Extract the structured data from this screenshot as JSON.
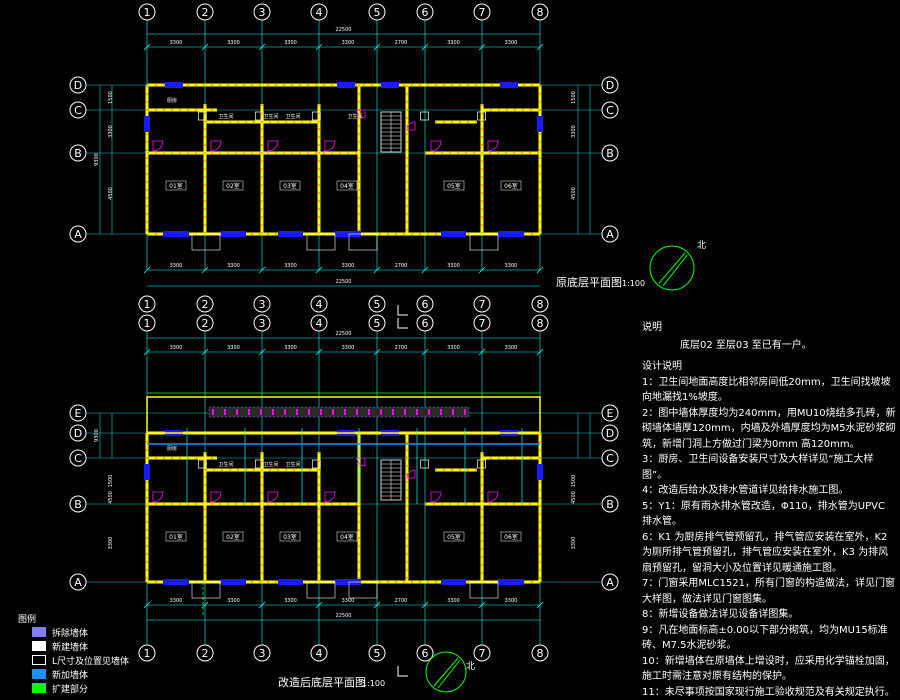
{
  "grid": {
    "columns": [
      "1",
      "2",
      "3",
      "4",
      "5",
      "6",
      "7",
      "8"
    ],
    "rows_top": [
      "D",
      "C",
      "B",
      "A"
    ],
    "rows_bottom": [
      "E",
      "D",
      "C",
      "B",
      "A"
    ]
  },
  "dimensions": {
    "total": "22500",
    "segments": [
      "3300",
      "3300",
      "3300",
      "3300",
      "2700",
      "3300",
      "3300"
    ],
    "vert_top": [
      "1500",
      "3300",
      "4500"
    ],
    "vert_top_total": "9300",
    "vert_bottom": [
      "1500",
      "3300",
      "4500"
    ],
    "vert_bottom_total": "9300"
  },
  "rooms_top": [
    "01室",
    "02室",
    "03室",
    "04室",
    "05室",
    "06室"
  ],
  "rooms_bottom": [
    "01室",
    "02室",
    "03室",
    "04室",
    "05室",
    "06室"
  ],
  "labels_top": [
    "厨房",
    "卫生间",
    "卫生间",
    "卫生间",
    "卫生间"
  ],
  "labels_bottom": [
    "厨房",
    "卫生间",
    "卫生间",
    "卫生间"
  ],
  "plan_titles": {
    "top": "原底层平面图",
    "top_scale": "1:100",
    "bottom": "改造后底层平面图",
    "bottom_scale": "1:100"
  },
  "north_label": "北",
  "notes": {
    "title": "说明",
    "header_line": "底层02 至层03 至已有一户。",
    "section_title": "设计说明",
    "items": [
      "1：卫生间地面高度比相邻房间低20mm，卫生间找坡坡向地漏找1%坡度。",
      "2：图中墙体厚度均为240mm，用MU10烧结多孔砖，新砌墙体墙厚120mm，内墙及外墙厚度均为M5水泥砂浆砌筑，新增门洞上方做过门梁为0mm 高120mm。",
      "3：厨房、卫生间设备安装尺寸及大样详见“施工大样图”。",
      "4：改造后给水及排水管道详见给排水施工图。",
      "5：Y1：原有雨水排水管改造，Φ110，排水管为UPVC 排水管。",
      "6：K1 为厨房排气管预留孔，排气管应安装在室外，K2 为厕所排气管预留孔，排气管应安装在室外，K3 为排风扇预留孔，留洞大小及位置详见暖通施工图。",
      "7：门窗采用MLC1521，所有门窗的构造做法，详见门窗大样图，做法详见门窗图集。",
      "8：新增设备做法详见设备详图集。",
      "9：凡在地面标高±0.00以下部分砌筑，均为MU15标准砖、M7.5水泥砂浆。",
      "10：新增墙体在原墙体上增设时，应采用化学锚栓加固，施工时需注意对原有结构的保护。",
      "11：未尽事项按国家现行施工验收规范及有关规定执行。"
    ]
  },
  "legend": {
    "title": "图例",
    "items": [
      {
        "label": "拆除墙体",
        "color": "#7f7fff"
      },
      {
        "label": "新建墙体",
        "color": "#ffffff"
      },
      {
        "label": "L尺寸及位置见墙体",
        "color": "#000000"
      },
      {
        "label": "新加墙体",
        "color": "#1e90ff"
      },
      {
        "label": "扩建部分",
        "color": "#00ff00"
      }
    ]
  },
  "colors": {
    "axis": "#00ffff",
    "wall": "#ffff00",
    "wall_inner": "#ff5555",
    "window": "#1a1aff",
    "door": "#ff00ff",
    "fixture": "#ffffff",
    "dim": "#00ffff"
  }
}
